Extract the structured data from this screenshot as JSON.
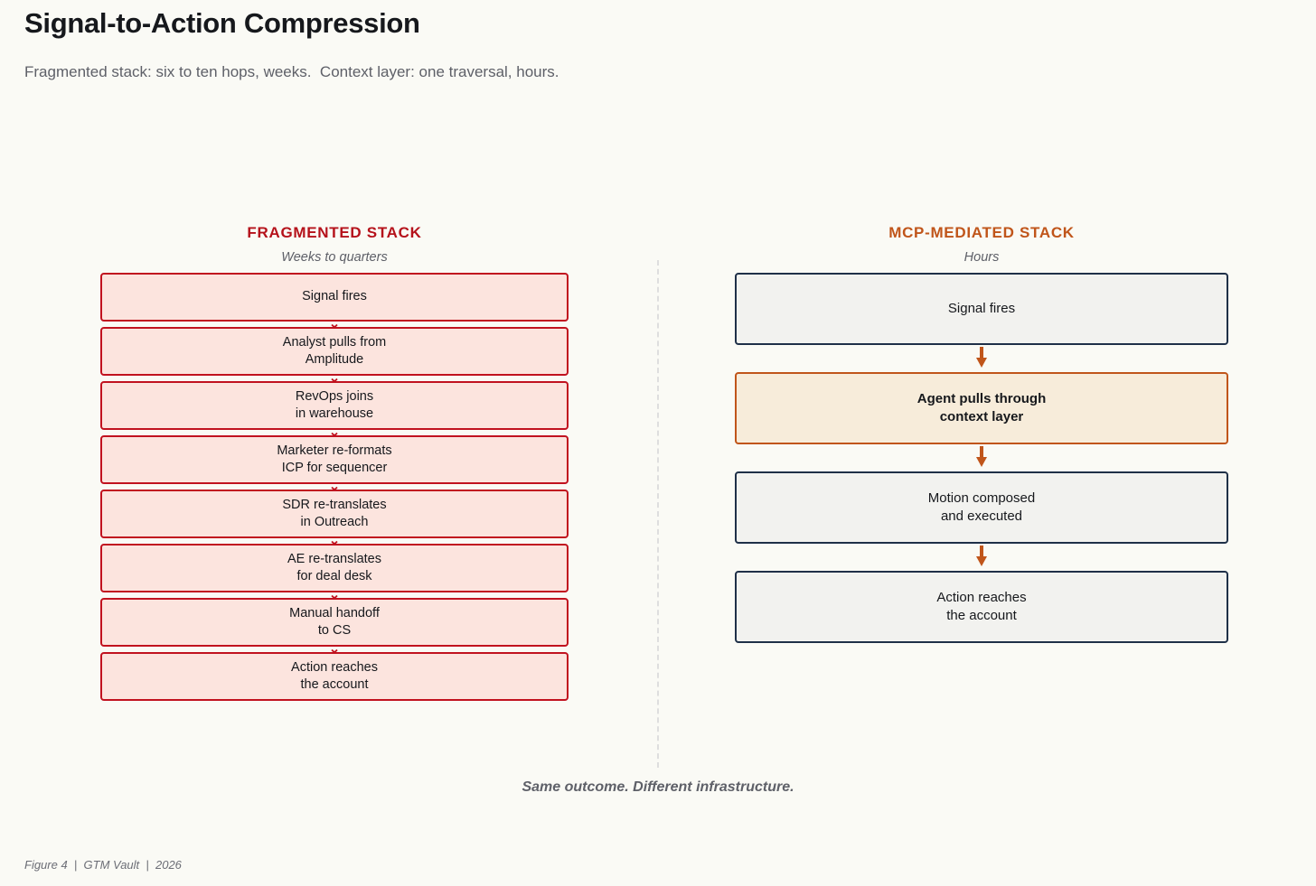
{
  "header": {
    "title": "Signal-to-Action Compression",
    "subtitle": "Fragmented stack: six to ten hops, weeks.  Context layer: one traversal, hours."
  },
  "colors": {
    "background": "#fafaf5",
    "fragmented_accent": "#b5121b",
    "fragmented_border": "#c1121f",
    "fragmented_fill": "#fce4de",
    "mcp_accent": "#c0551a",
    "mcp_border": "#1f3048",
    "mcp_fill": "#f2f2ef",
    "highlight_fill": "#f7ecda",
    "arrow_right": "#c0551a",
    "muted_text": "#5e6068"
  },
  "columns": {
    "left": {
      "heading": "FRAGMENTED STACK",
      "subheading": "Weeks to quarters",
      "steps": [
        {
          "text": "Signal fires"
        },
        {
          "text": "Analyst pulls from\nAmplitude"
        },
        {
          "text": "RevOps joins\nin warehouse"
        },
        {
          "text": "Marketer re-formats\nICP for sequencer"
        },
        {
          "text": "SDR re-translates\nin Outreach"
        },
        {
          "text": "AE re-translates\nfor deal desk"
        },
        {
          "text": "Manual handoff\nto CS"
        },
        {
          "text": "Action reaches\nthe account"
        }
      ]
    },
    "right": {
      "heading": "MCP-MEDIATED STACK",
      "subheading": "Hours",
      "steps": [
        {
          "text": "Signal fires",
          "highlight": false
        },
        {
          "text": "Agent pulls through\ncontext layer",
          "highlight": true
        },
        {
          "text": "Motion composed\nand executed",
          "highlight": false
        },
        {
          "text": "Action reaches\nthe account",
          "highlight": false
        }
      ]
    }
  },
  "footer": {
    "closing_caption": "Same outcome. Different infrastructure.",
    "figure_credit": "Figure 4  |  GTM Vault  |  2026"
  }
}
